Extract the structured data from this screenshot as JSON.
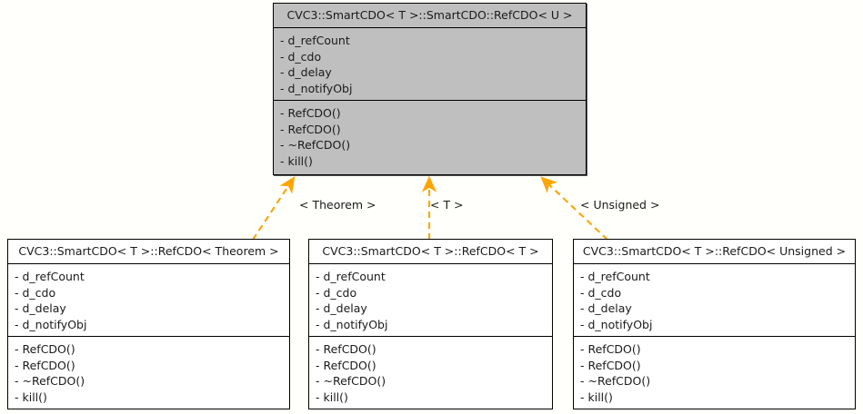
{
  "diagram": {
    "kind": "uml-class-inheritance",
    "background_color": "#fffffb",
    "edge_color": "#ffa500",
    "root_fill_color": "#bfbfbf",
    "derived_fill_color": "#ffffff",
    "border_color": "#000000"
  },
  "root_class": {
    "title": "CVC3::SmartCDO< T >::SmartCDO::RefCDO< U >",
    "members": [
      "- d_refCount",
      "- d_cdo",
      "- d_delay",
      "- d_notifyObj"
    ],
    "methods": [
      "- RefCDO()",
      "- RefCDO()",
      "- ~RefCDO()",
      "- kill()"
    ]
  },
  "derived_classes": [
    {
      "title": "CVC3::SmartCDO< T >::RefCDO< Theorem >",
      "members": [
        "- d_refCount",
        "- d_cdo",
        "- d_delay",
        "- d_notifyObj"
      ],
      "methods": [
        "- RefCDO()",
        "- RefCDO()",
        "- ~RefCDO()",
        "- kill()"
      ]
    },
    {
      "title": "CVC3::SmartCDO< T >::RefCDO< T >",
      "members": [
        "- d_refCount",
        "- d_cdo",
        "- d_delay",
        "- d_notifyObj"
      ],
      "methods": [
        "- RefCDO()",
        "- RefCDO()",
        "- ~RefCDO()",
        "- kill()"
      ]
    },
    {
      "title": "CVC3::SmartCDO< T >::RefCDO< Unsigned >",
      "members": [
        "- d_refCount",
        "- d_cdo",
        "- d_delay",
        "- d_notifyObj"
      ],
      "methods": [
        "- RefCDO()",
        "- RefCDO()",
        "- ~RefCDO()",
        "- kill()"
      ]
    }
  ],
  "edge_labels": [
    "< Theorem >",
    "< T >",
    "< Unsigned >"
  ]
}
